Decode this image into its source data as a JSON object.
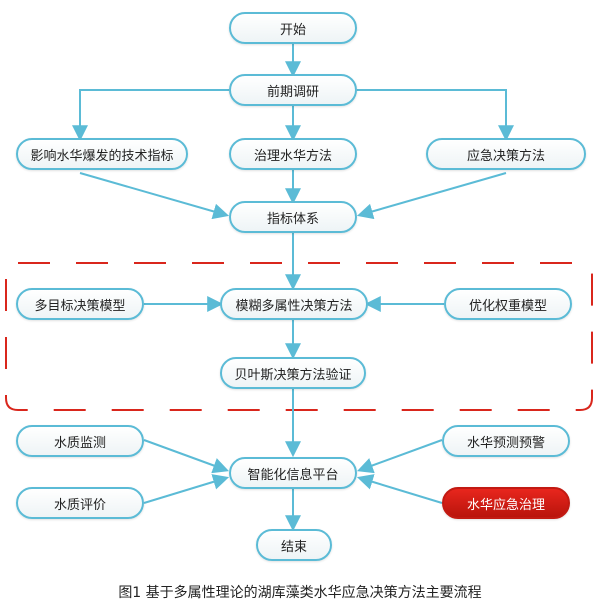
{
  "nodes": {
    "start": "开始",
    "survey": "前期调研",
    "influence": "影响水华爆发的技术指标",
    "governance": "治理水华方法",
    "emergency_method": "应急决策方法",
    "index_system": "指标体系",
    "multi_objective": "多目标决策模型",
    "fuzzy": "模糊多属性决策方法",
    "weight_opt": "优化权重模型",
    "bayes": "贝叶斯决策方法验证",
    "wq_monitor": "水质监测",
    "wq_eval": "水质评价",
    "platform": "智能化信息平台",
    "bloom_forecast": "水华预测预警",
    "bloom_emergency": "水华应急治理",
    "end": "结束"
  },
  "caption": "图1 基于多属性理论的湖库藻类水华应急决策方法主要流程",
  "colors": {
    "arrow": "#5bbbd6",
    "node_border": "#5bbbd6",
    "dashed_frame": "#d9261c",
    "highlight_node": "#d9261c"
  }
}
